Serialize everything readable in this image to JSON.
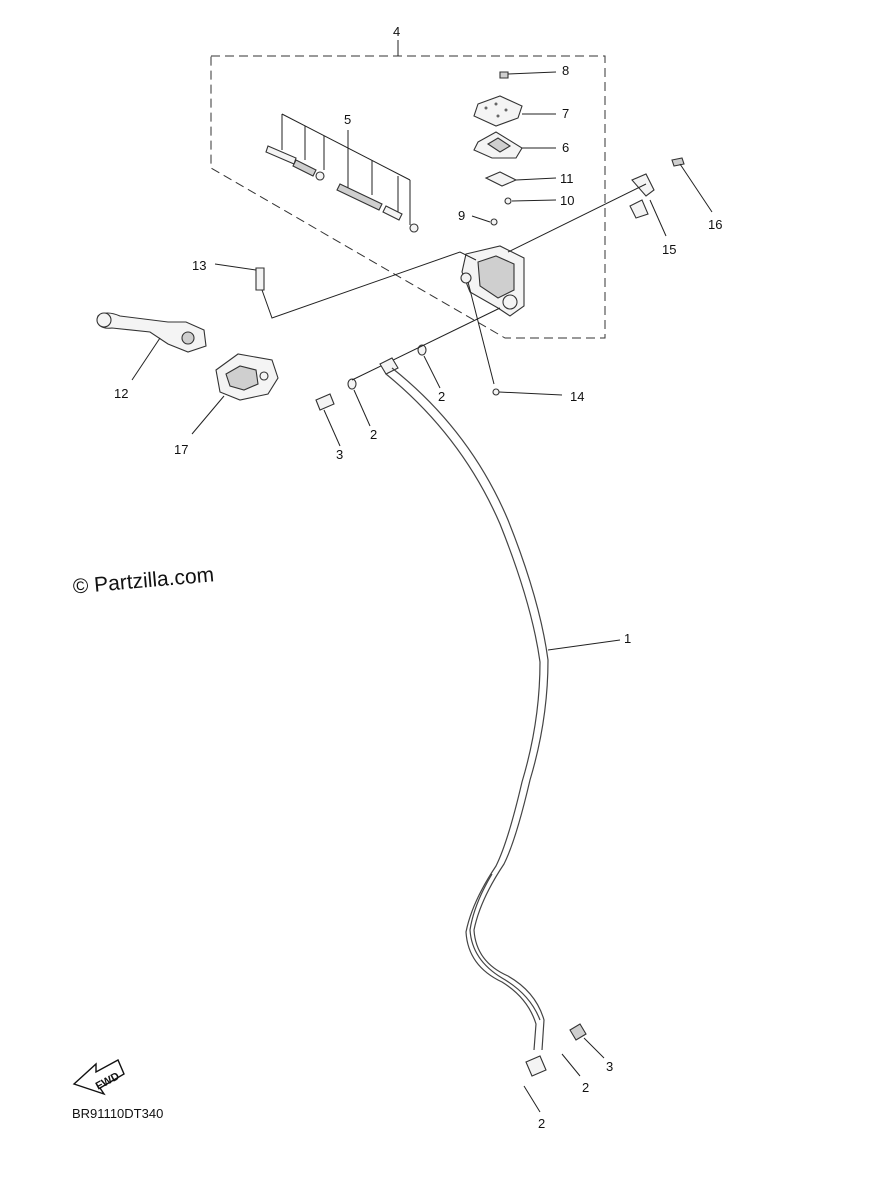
{
  "watermark": "© Partzilla.com",
  "diagram_code": "BR91110DT340",
  "fwd_label": "FWD",
  "callouts": {
    "c1": "1",
    "c2a": "2",
    "c2b": "2",
    "c2c": "2",
    "c2d": "2",
    "c3a": "3",
    "c3b": "3",
    "c4": "4",
    "c5": "5",
    "c6": "6",
    "c7": "7",
    "c8": "8",
    "c9": "9",
    "c10": "10",
    "c11": "11",
    "c12": "12",
    "c13": "13",
    "c14": "14",
    "c15": "15",
    "c16": "16",
    "c17": "17"
  }
}
